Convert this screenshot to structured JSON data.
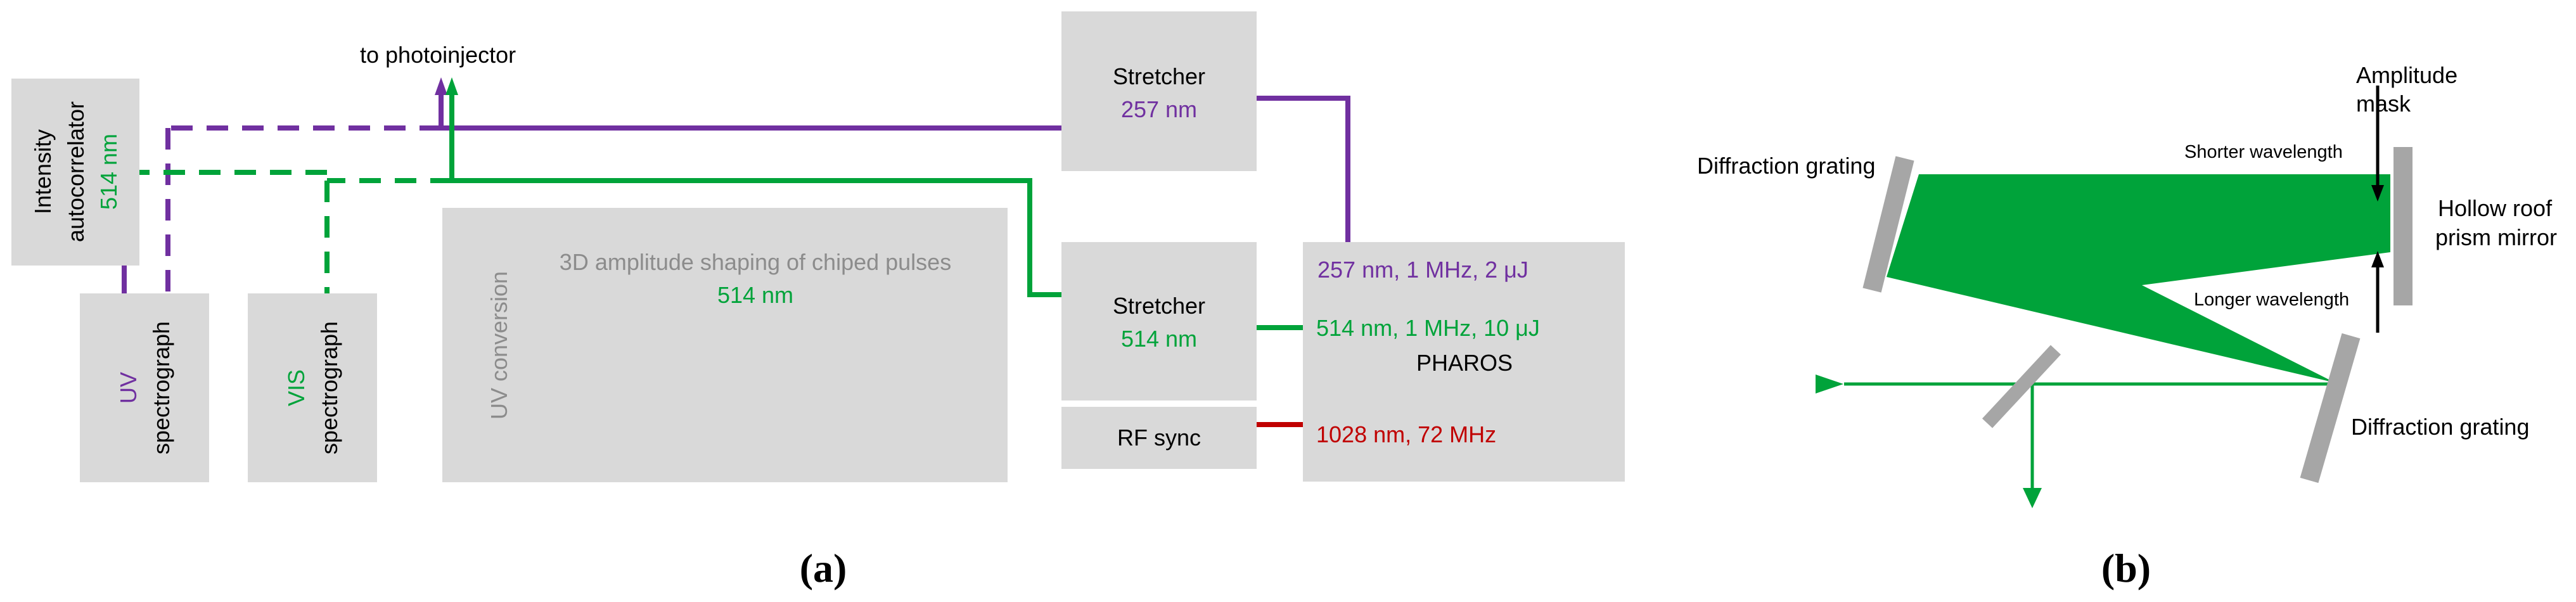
{
  "colors": {
    "purple": "#7030a0",
    "green": "#00a33a",
    "red": "#c00000",
    "box_fill": "#d9d9d9",
    "grating": "#a6a6a6",
    "grey_text": "#8c8c8c",
    "text": "#000000"
  },
  "panel_a": {
    "caption": "(a)",
    "to_photoinjector": "to photoinjector",
    "autocorrelator": {
      "line1": "Intensity",
      "line2": "autocorrelator",
      "line3": "514 nm"
    },
    "uv_spectrograph": {
      "line1": "UV",
      "line2": "spectrograph"
    },
    "vis_spectrograph": {
      "line1": "VIS",
      "line2": "spectrograph"
    },
    "uv_conversion": "UV conversion",
    "shaping": {
      "line1": "3D amplitude shaping of chiped pulses",
      "line2": "514 nm"
    },
    "stretcher_uv": {
      "line1": "Stretcher",
      "line2": "257 nm"
    },
    "stretcher_vis": {
      "line1": "Stretcher",
      "line2": "514 nm"
    },
    "rf_sync": "RF sync",
    "pharos": {
      "out_uv": "257 nm, 1 MHz, 2 μJ",
      "out_vis": "514 nm, 1 MHz, 10 μJ",
      "name": "PHAROS",
      "out_ir": "1028 nm, 72 MHz"
    }
  },
  "panel_b": {
    "caption": "(b)",
    "grating_top": "Diffraction grating",
    "grating_bottom": "Diffraction grating",
    "amplitude_mask": {
      "line1": "Amplitude",
      "line2": "mask"
    },
    "shorter_wavelength": "Shorter wavelength",
    "longer_wavelength": "Longer wavelength",
    "mirror": {
      "line1": "Hollow roof",
      "line2": "prism mirror"
    }
  }
}
